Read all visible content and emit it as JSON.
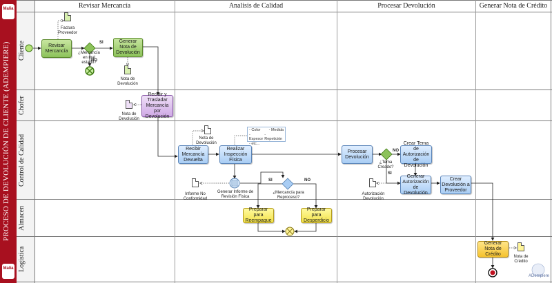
{
  "pool": {
    "title": "PROCESO DE DEVOLUCIÓN DE CLIENTE (ADEMPIERE)",
    "logo_text": "Malia"
  },
  "phases": [
    "Revisar Mercancía",
    "Analisis de  Calidad",
    "Procesar Devolución",
    "Generar Nota de Crédito"
  ],
  "lanes": [
    "Cliente",
    "Chofer",
    "Control de Calidad",
    "Almacen",
    "Logistica"
  ],
  "tasks": {
    "revisar_mercancia": "Revisar Mercancía",
    "generar_nota_devolucion": "Generar Nota de Devolución",
    "recibir_trasladar": "Recibir y Trasladar Mercancía por Devolución",
    "recibir_mercancia_devuelta": "Recibir Mercancía Devuelta",
    "realizar_inspeccion": "Realizar Inspección Física",
    "procesar_devolucion": "Procesar Devolución",
    "crear_tema_autorizacion": "Crear Tema de Autorización de Devolución",
    "generar_autorizacion": "Generar Autorización de Devolución",
    "crear_devolucion_proveedor": "Crear Devolución a Proveedor",
    "preparar_reempaque": "Preparar para Reempaque",
    "preparar_desperdicio": "Preparar para Desperdicio",
    "generar_nota_credito": "Generar Nota de Crédito"
  },
  "artifacts": {
    "factura_proveedor": "Factura Proveedor",
    "nota_devolucion_1": "Nota de Devolución",
    "nota_devolucion_2": "Nota de Devolución",
    "nota_devolucion_3": "Nota de Devolución",
    "informe_no_conformidad": "Informe No Conformidad",
    "informe_revision_fisica": "Generar Informe de Revisión Física",
    "autorizacion_devolucion": "Autorización Devolución",
    "nota_credito": "Nota de Crédito"
  },
  "annotation": {
    "rows": [
      [
        "- Color",
        "- Medida"
      ],
      [
        "- Espesor",
        "- Repetición"
      ],
      [
        "- etc...",
        ""
      ]
    ]
  },
  "gateways": {
    "mercancia_mal_estado": "¿Mercancía en mal estado?",
    "tema_creado": "¿Tema Creado?",
    "mercancia_reproceso": "¿Mercancía para Reproceso?"
  },
  "flow_labels": {
    "si": "SI",
    "no": "NO"
  },
  "watermark": "ADempiere",
  "colors": {
    "pool": "#a8101f",
    "green_task": "#8cc25a",
    "blue_task": "#a9cdf4",
    "purple_task": "#cfa9e6",
    "yellow_task": "#f3e24a",
    "orange_task": "#f5c22e",
    "gateway": "#8cc25a"
  }
}
